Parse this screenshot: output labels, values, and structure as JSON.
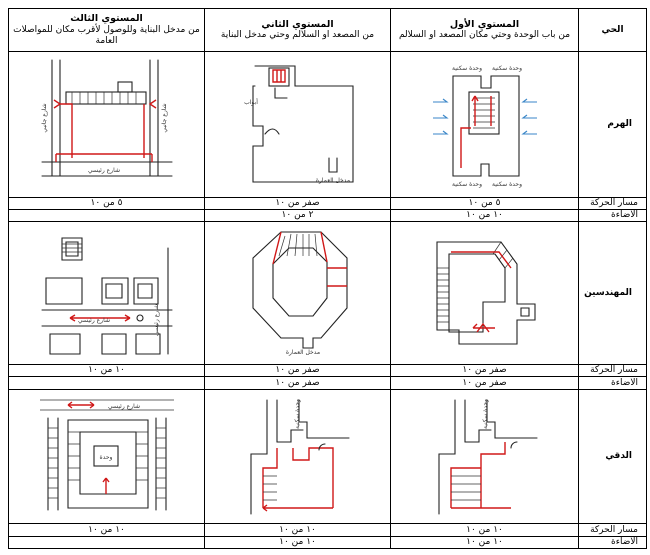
{
  "headers": {
    "district": "الحي",
    "level1": {
      "title": "المستوي الأول",
      "subtitle": "من باب الوحدة وحتي مكان المصعد او السلالم"
    },
    "level2": {
      "title": "المستوي الثاني",
      "subtitle": "من المصعد او السلالم وحتي مدخل البناية"
    },
    "level3": {
      "title": "المستوي الثالث",
      "subtitle": "من مدخل البناية وللوصول لأقرب مكان للمواصلات العامة"
    }
  },
  "sections": [
    {
      "district": "الهرم",
      "sketch_labels": {
        "l1": [
          "وحدة سكنية",
          "وحدة سكنية",
          "وحدة سكنية",
          "وحدة سكنية"
        ],
        "l2": [
          "أبواب",
          "مدخل العمارة"
        ],
        "l3": [
          "شارع رئيسي",
          "شارع جانبي",
          "شارع جانبي"
        ]
      },
      "movement": {
        "label": "مسار الحركة",
        "l1": "٥ من ١٠",
        "l2": "صفر من ١٠",
        "l3": "٥ من ١٠"
      },
      "lighting": {
        "label": "الاضاءة",
        "l1": "١٠ من ١٠",
        "l2": "٢ من ١٠",
        "l3": ""
      }
    },
    {
      "district": "المهندسين",
      "sketch_labels": {
        "l1": [],
        "l2": [
          "مدخل العمارة"
        ],
        "l3": [
          "شارع رئيسي",
          "شارع رئيسي"
        ]
      },
      "movement": {
        "label": "مسار الحركة",
        "l1": "صفر من ١٠",
        "l2": "صفر من ١٠",
        "l3": "١٠ من ١٠"
      },
      "lighting": {
        "label": "الاضاءة",
        "l1": "صفر من ١٠",
        "l2": "صفر من ١٠",
        "l3": ""
      }
    },
    {
      "district": "الدقي",
      "sketch_labels": {
        "l1": [
          "وحدة سكنية"
        ],
        "l2": [
          "وحدة سكنية"
        ],
        "l3": [
          "شارع رئيسي",
          "وحدة"
        ]
      },
      "movement": {
        "label": "مسار الحركة",
        "l1": "١٠ من ١٠",
        "l2": "١٠ من ١٠",
        "l3": "١٠ من ١٠"
      },
      "lighting": {
        "label": "الاضاءة",
        "l1": "١٠ من ١٠",
        "l2": "١٠ من ١٠",
        "l3": ""
      }
    }
  ]
}
